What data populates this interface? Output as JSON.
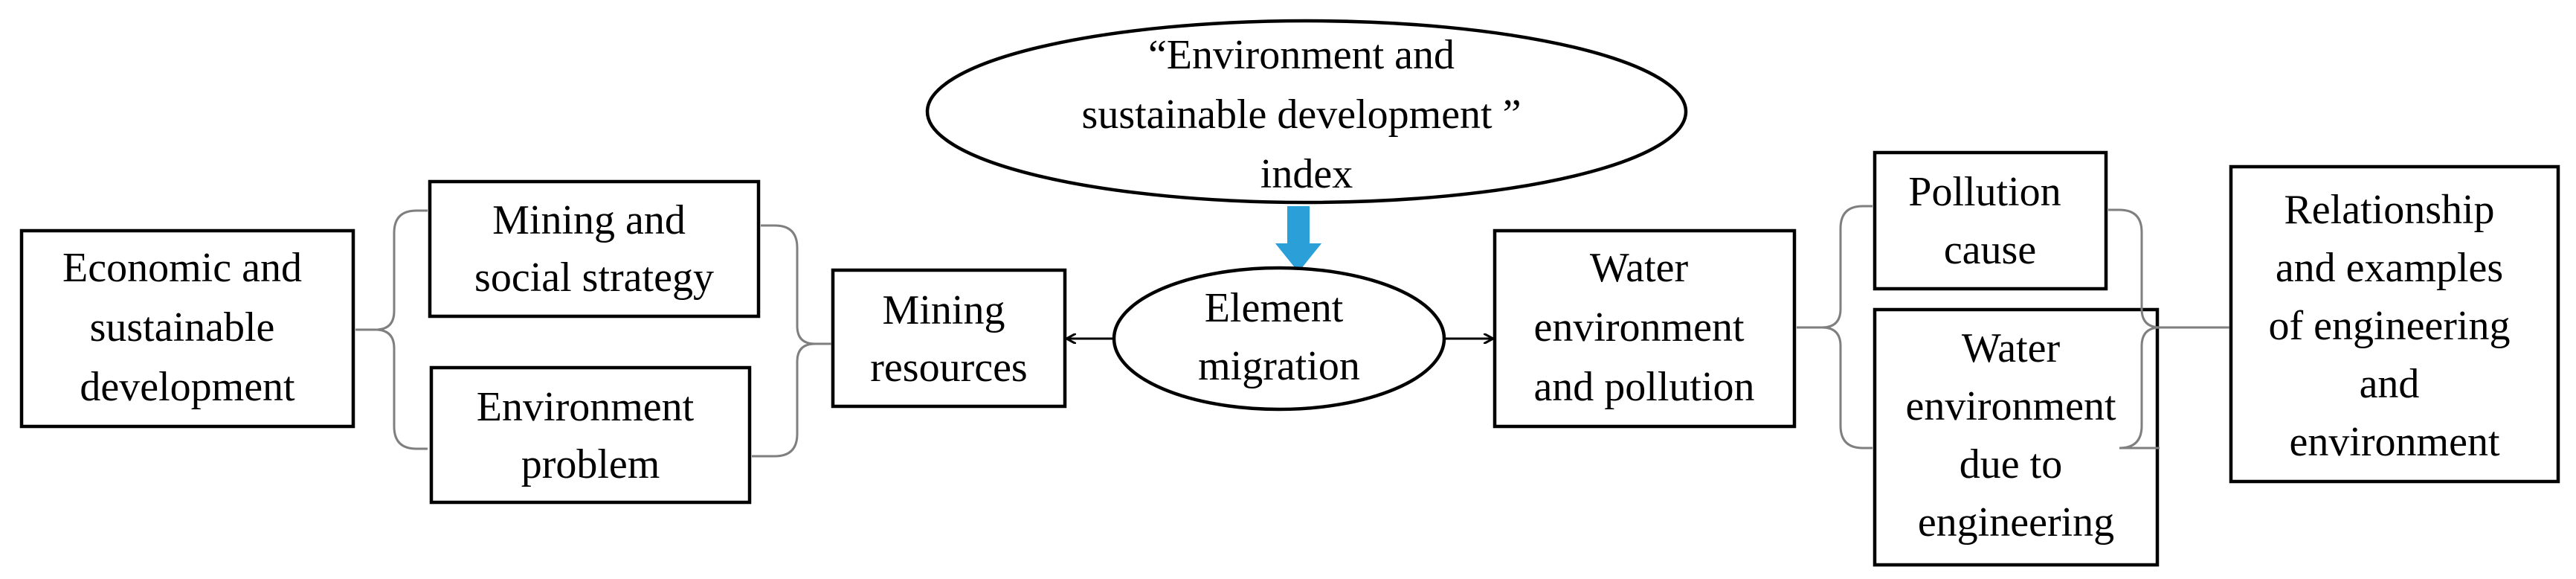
{
  "diagram": {
    "index_ellipse": {
      "lines": [
        "“Environment and",
        "sustainable development ”",
        "index"
      ]
    },
    "element_migration": {
      "lines": [
        "Element",
        "migration"
      ]
    },
    "mining_resources": {
      "lines": [
        "Mining",
        "resources"
      ]
    },
    "mining_social_strategy": {
      "lines": [
        "Mining and",
        "social strategy"
      ]
    },
    "environment_problem": {
      "lines": [
        "Environment",
        "problem"
      ]
    },
    "economic_sustainable_development": {
      "lines": [
        "Economic and",
        "sustainable",
        "development"
      ]
    },
    "water_environment_pollution": {
      "lines": [
        "Water",
        "environment",
        "and pollution"
      ]
    },
    "pollution_cause": {
      "lines": [
        "Pollution",
        "cause"
      ]
    },
    "water_environment_engineering": {
      "lines": [
        "Water",
        "environment",
        "due to",
        "engineering"
      ]
    },
    "relationship_examples": {
      "lines": [
        "Relationship",
        "and examples",
        "of engineering",
        "and",
        "environment"
      ]
    },
    "colors": {
      "down_arrow": "#2a9fd8",
      "stroke": "#000000",
      "bracket": "#7f7f7f"
    }
  }
}
